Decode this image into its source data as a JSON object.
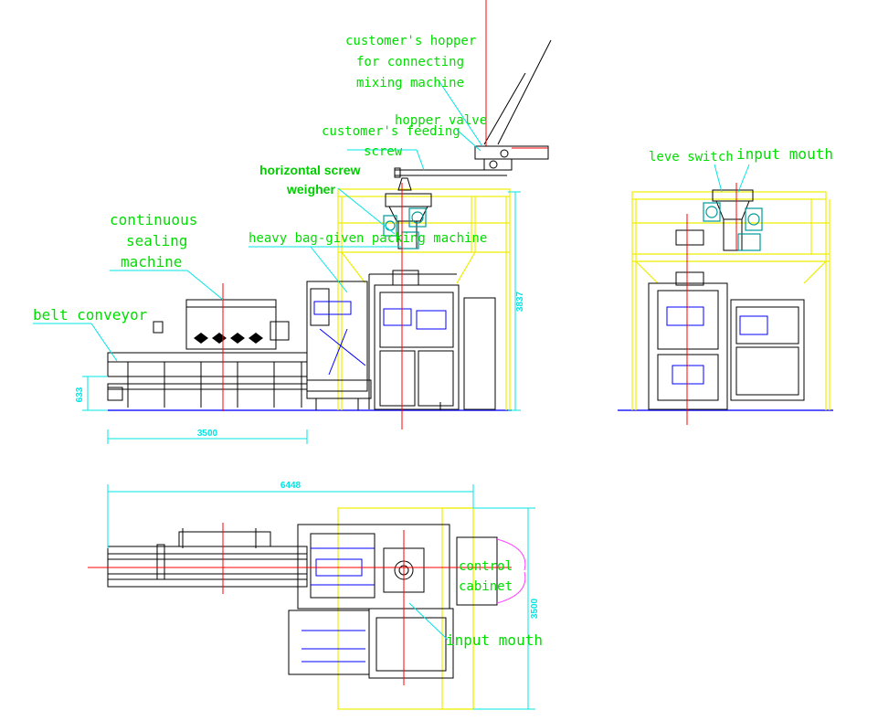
{
  "colors": {
    "label": "#00dd00",
    "bold_label": "#00cc00",
    "dimension": "#00e5e5",
    "leader": "#00e5e5",
    "frame": "#eeee00",
    "centerline": "#ff0000",
    "machine": "#000000",
    "accent": "#0000ff",
    "motor": "#009999",
    "floor": "#2222ff"
  },
  "labels": {
    "customer_hopper_1": "customer's hopper",
    "customer_hopper_2": "for connecting",
    "customer_hopper_3": "mixing machine",
    "hopper_valve": "hopper valve",
    "feeding_screw_1": "customer's feeding",
    "feeding_screw_2": "screw",
    "screw_weigher_1": "horizontal screw",
    "screw_weigher_2": "weigher",
    "packing_machine": "heavy bag-given packing machine",
    "sealing_1": "continuous",
    "sealing_2": "sealing",
    "sealing_3": "machine",
    "belt_conveyor": "belt conveyor",
    "leve_switch": "leve switch",
    "input_mouth_side": "input mouth",
    "control_1": "control",
    "control_2": "cabinet",
    "input_mouth_top": "input mouth"
  },
  "dimensions": {
    "height_total": "3837",
    "conveyor_height": "633",
    "conveyor_length": "3500",
    "total_length": "6448",
    "plan_width": "3500"
  }
}
